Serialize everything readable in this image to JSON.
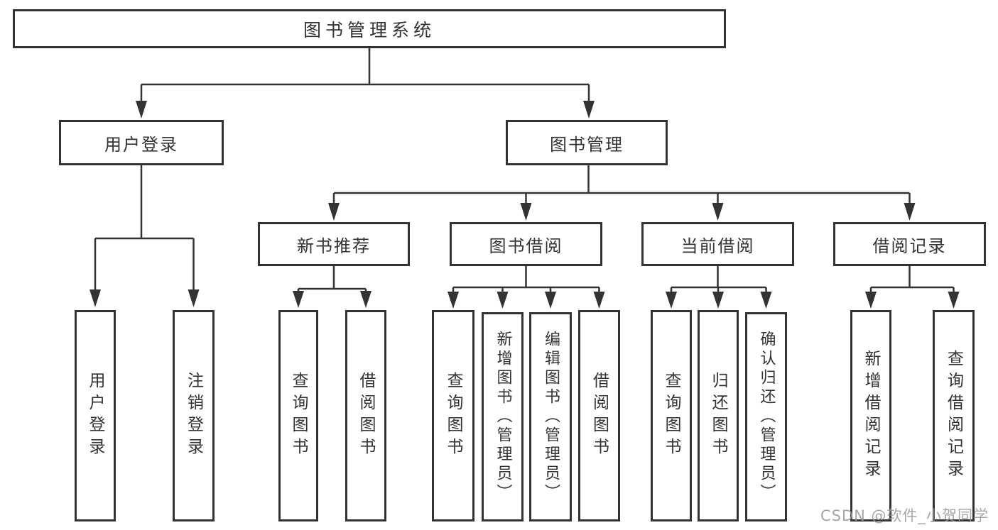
{
  "nodes": {
    "root": "图书管理系统",
    "user_login_branch": "用户登录",
    "book_management": "图书管理",
    "user_login": "用户登录",
    "logout_login": "注销登录",
    "new_book_recommend": "新书推荐",
    "book_borrow": "图书借阅",
    "current_borrow": "当前借阅",
    "borrow_records": "借阅记录",
    "nbr_query_book": "查询图书",
    "nbr_borrow_book": "借阅图书",
    "bb_query_book": "查询图书",
    "bb_add_book": "新增图书（管理员）",
    "bb_edit_book": "编辑图书（管理员）",
    "bb_borrow_book": "借阅图书",
    "cb_query_book": "查询图书",
    "cb_return_book": "归还图书",
    "cb_confirm_return": "确认归还（管理员）",
    "br_add_record": "新增借阅记录",
    "br_query_record": "查询借阅记录"
  },
  "watermark": "CSDN @软件_小贺同学",
  "colors": {
    "line": "#333333",
    "text": "#333333",
    "watermark": "#b0b0b0",
    "background": "#ffffff"
  }
}
